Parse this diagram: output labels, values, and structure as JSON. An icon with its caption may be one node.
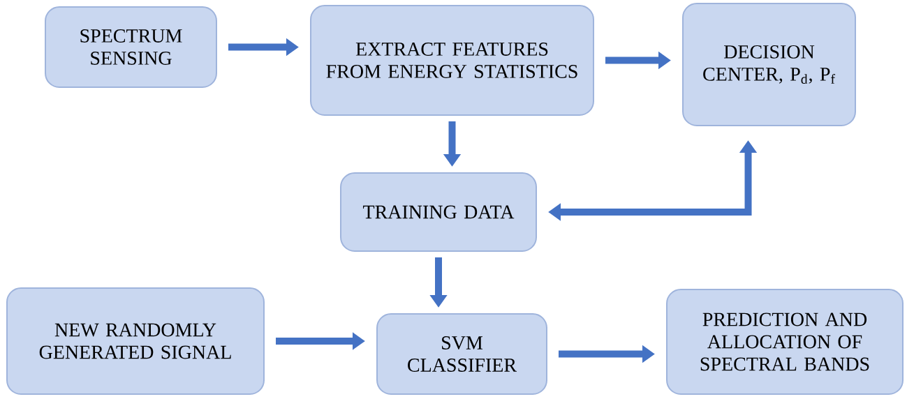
{
  "diagram": {
    "nodes": [
      {
        "text": [
          "SPECTRUM SENSING"
        ]
      },
      {
        "text": [
          "EXTRACT FEATURES FROM ENERGY STATISTICS"
        ]
      },
      {
        "text": [
          "DECISION CENTER, P$_{d}$, P$_{f}$"
        ]
      },
      {
        "text": [
          "TRAINING DATA"
        ]
      },
      {
        "text": [
          "NEW RANDOMLY GENERATED SIGNAL"
        ]
      },
      {
        "text": [
          "SVM CLASSIFIER"
        ]
      },
      {
        "text": [
          "PREDICTION AND ALLOCATION OF SPECTRAL BANDS"
        ]
      }
    ],
    "edges": [
      {
        "from": 0,
        "to": 1,
        "arrow": "to"
      },
      {
        "from": 1,
        "to": 2,
        "arrow": "to"
      },
      {
        "from": 1,
        "to": 3,
        "arrow": "to"
      },
      {
        "from": 3,
        "to": 2,
        "arrow": "both"
      },
      {
        "from": 3,
        "to": 5,
        "arrow": "to"
      },
      {
        "from": 4,
        "to": 5,
        "arrow": "to"
      },
      {
        "from": 5,
        "to": 6,
        "arrow": "to"
      }
    ]
  }
}
